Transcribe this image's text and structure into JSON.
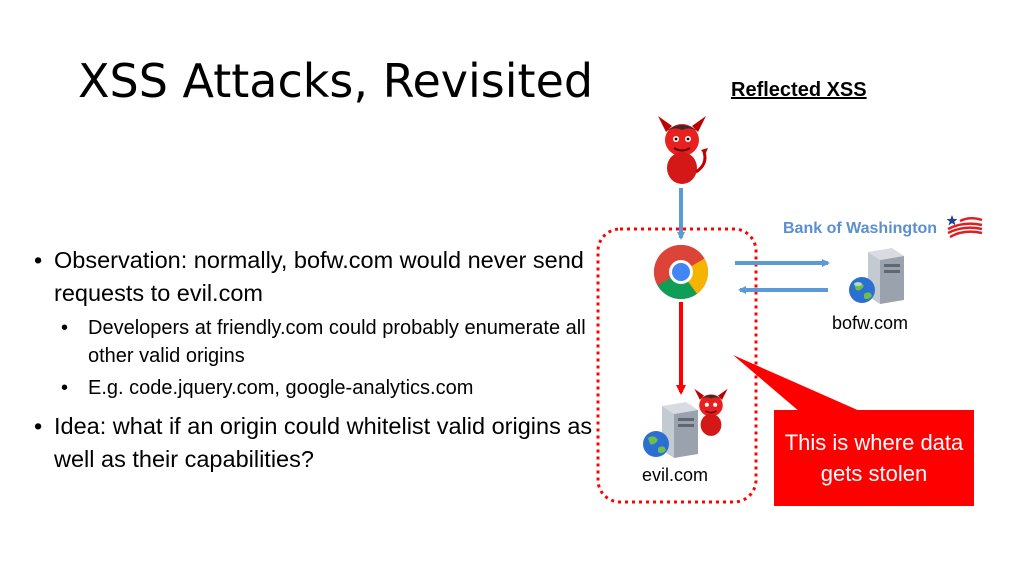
{
  "title": "XSS Attacks, Revisited",
  "diagram_label": "Reflected XSS",
  "bullets": [
    {
      "level": 1,
      "text": "Observation: normally, bofw.com would never send requests to evil.com"
    },
    {
      "level": 2,
      "text": "Developers at friendly.com could probably enumerate all other valid origins"
    },
    {
      "level": 2,
      "text": "E.g. code.jquery.com, google-analytics.com"
    },
    {
      "level": 1,
      "text": "Idea: what if an origin could whitelist valid origins as well as their capabilities?"
    }
  ],
  "bank_name": "Bank of Washington",
  "server_bofw": "bofw.com",
  "server_evil": "evil.com",
  "callout_text": "This is where data gets stolen",
  "colors": {
    "arrow_blue": "#5b9bd5",
    "arrow_red": "#ff0000",
    "dotted_box": "#ff0000",
    "callout_bg": "#ff0000",
    "bank_text": "#5b8fce"
  },
  "icons": [
    "devil-icon",
    "chrome-browser-icon",
    "server-globe-icon",
    "flag-icon"
  ]
}
